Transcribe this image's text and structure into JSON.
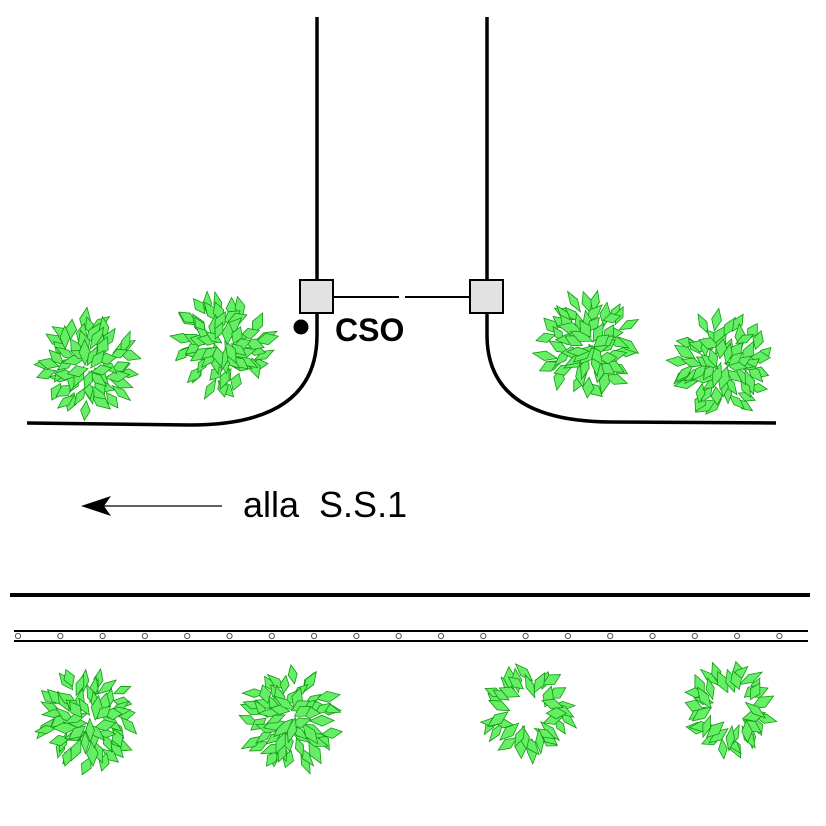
{
  "labels": {
    "cso": "CSO",
    "direction": "alla  S.S.1"
  },
  "colors": {
    "leaf_fill": "#66ee66",
    "leaf_stroke": "#119911",
    "box_fill": "#e2e2e2",
    "line": "#000000"
  },
  "shrubs": [
    {
      "style": "dense"
    },
    {
      "style": "dense"
    },
    {
      "style": "dense"
    },
    {
      "style": "dense"
    },
    {
      "style": "dense"
    },
    {
      "style": "dense"
    },
    {
      "style": "ring"
    },
    {
      "style": "ring"
    }
  ]
}
